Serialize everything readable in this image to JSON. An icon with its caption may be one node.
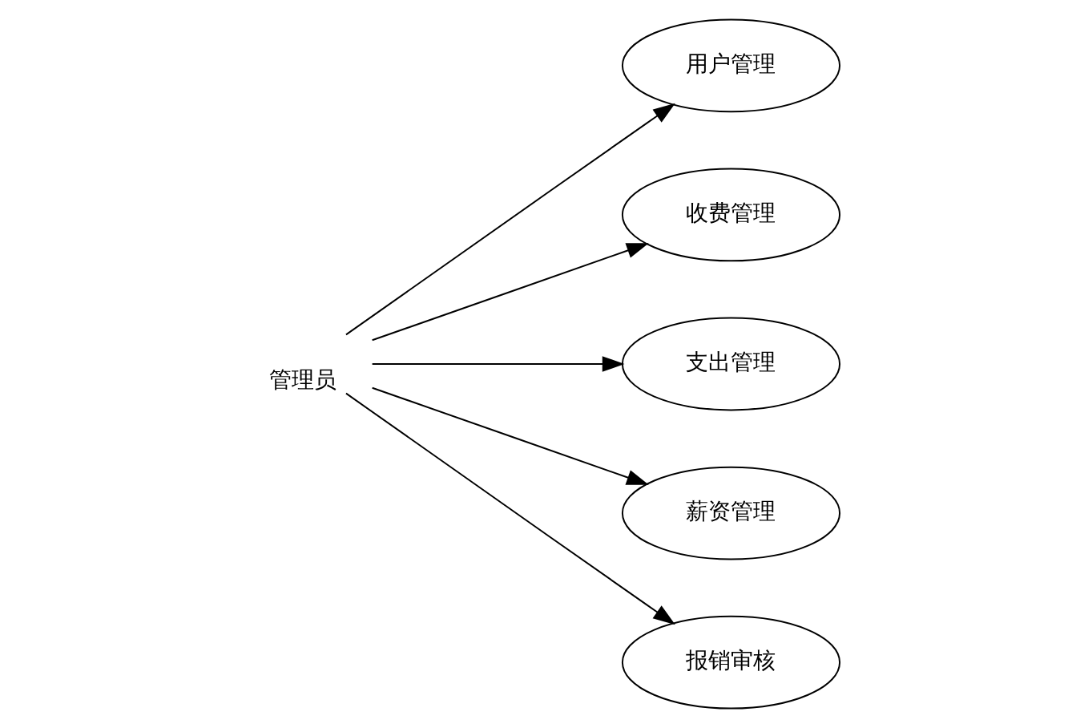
{
  "diagram": {
    "nodes": [
      {
        "text": [
          "管理员"
        ]
      },
      {
        "text": [
          "用户管理"
        ]
      },
      {
        "text": [
          "收费管理"
        ]
      },
      {
        "text": [
          "支出管理"
        ]
      },
      {
        "text": [
          "薪资管理"
        ]
      },
      {
        "text": [
          "报销审核"
        ]
      }
    ],
    "edges": [
      {
        "from": 0,
        "to": 1,
        "arrow": "to"
      },
      {
        "from": 0,
        "to": 2,
        "arrow": "to"
      },
      {
        "from": 0,
        "to": 3,
        "arrow": "to"
      },
      {
        "from": 0,
        "to": 4,
        "arrow": "to"
      },
      {
        "from": 0,
        "to": 5,
        "arrow": "to"
      }
    ]
  }
}
